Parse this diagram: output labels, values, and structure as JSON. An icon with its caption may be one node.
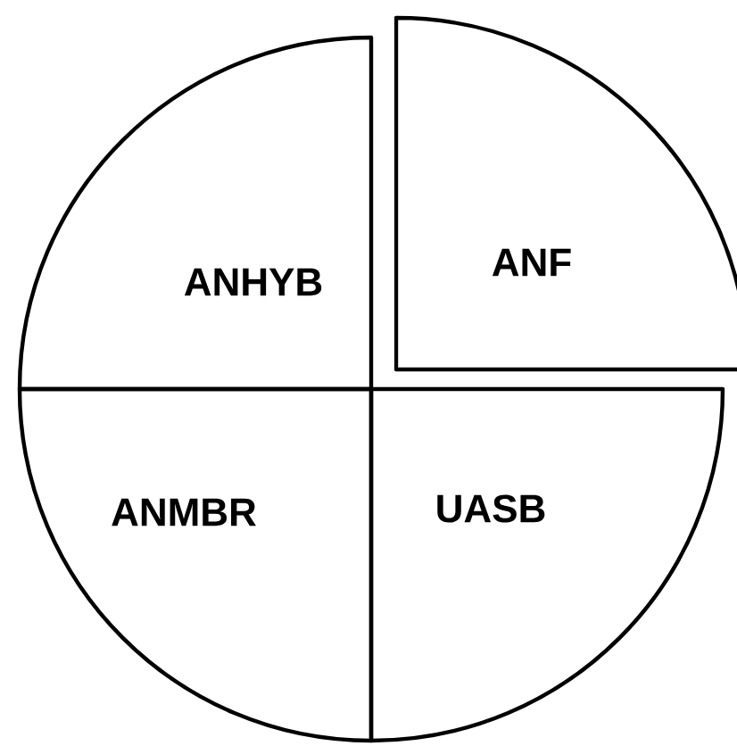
{
  "diagram": {
    "nodes": [
      {
        "text": [
          "ANHYB"
        ]
      },
      {
        "text": [
          "ANF"
        ]
      },
      {
        "text": [
          "ANMBR"
        ]
      },
      {
        "text": [
          "UASB"
        ]
      }
    ]
  }
}
